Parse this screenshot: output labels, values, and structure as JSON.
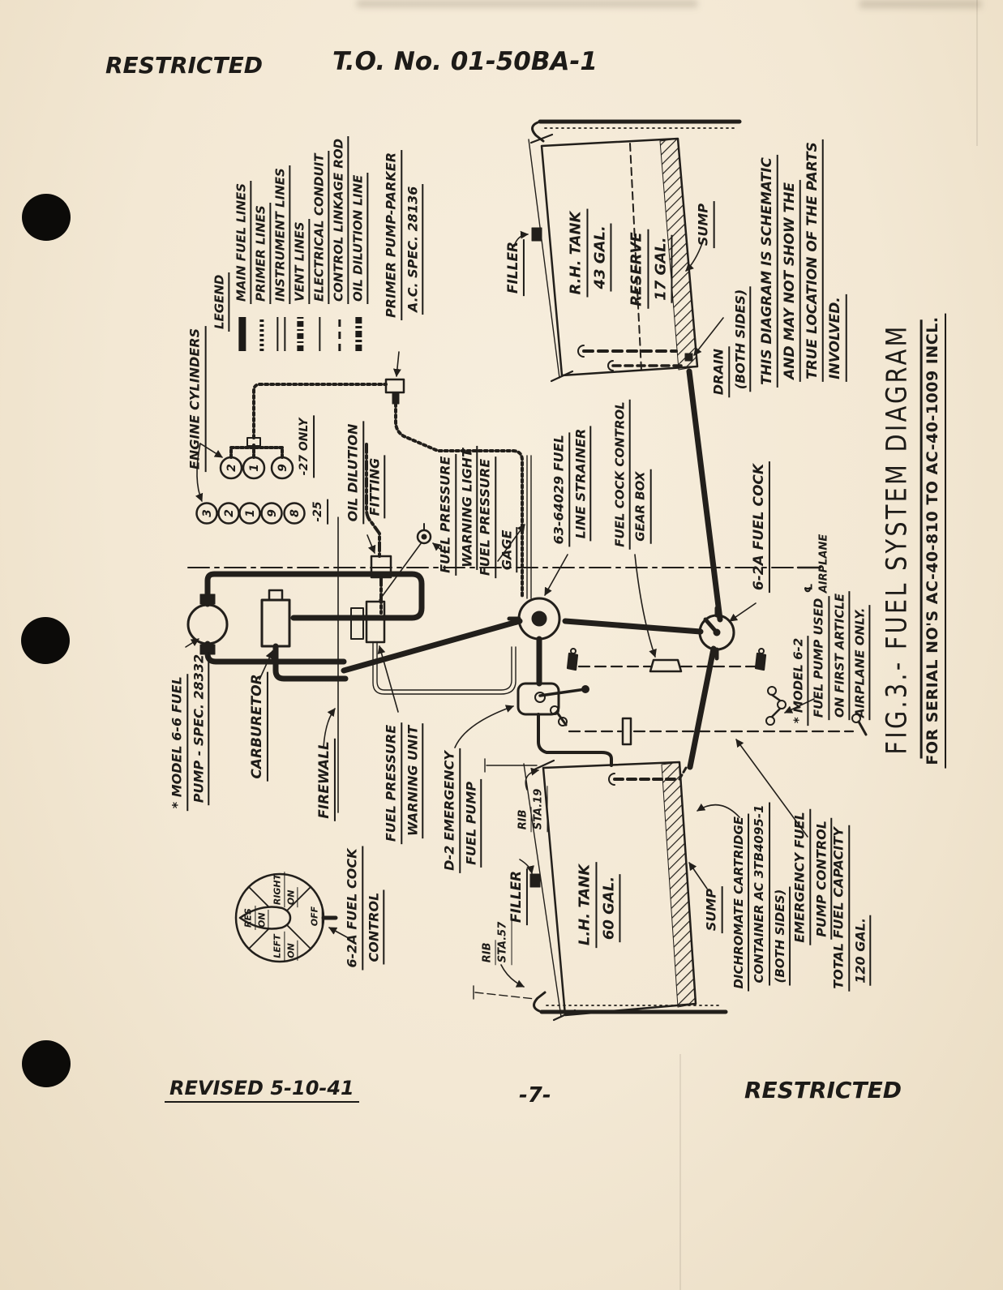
{
  "header": {
    "restricted": "RESTRICTED",
    "to_number": "T.O. No. 01-50BA-1"
  },
  "footer": {
    "revised": "REVISED 5-10-41",
    "page": "-7-",
    "restricted": "RESTRICTED"
  },
  "title_block": {
    "figure": "FIG.3.- FUEL SYSTEM DIAGRAM",
    "serials": "FOR SERIAL NO'S AC-40-810 TO AC-40-1009 INCL."
  },
  "legend": {
    "title": "LEGEND",
    "entries": [
      {
        "label": "MAIN FUEL LINES",
        "symbol": "main-fuel-line-symbol"
      },
      {
        "label": "PRIMER LINES",
        "symbol": "primer-line-symbol"
      },
      {
        "label": "INSTRUMENT LINES",
        "symbol": "instrument-line-symbol"
      },
      {
        "label": "VENT LINES",
        "symbol": "vent-line-symbol"
      },
      {
        "label": "ELECTRICAL CONDUIT",
        "symbol": "electrical-conduit-symbol"
      },
      {
        "label": "CONTROL LINKAGE ROD",
        "symbol": "control-linkage-rod-symbol"
      },
      {
        "label": "OIL DILUTION LINE",
        "symbol": "oil-dilution-line-symbol"
      }
    ]
  },
  "labels": {
    "primer_pump": {
      "lines": [
        "PRIMER PUMP-PARKER",
        "A.C. SPEC. 28136"
      ]
    },
    "engine_cylinders": {
      "lines": [
        "ENGINE CYLINDERS"
      ]
    },
    "only27": {
      "lines": [
        "-27 ONLY"
      ]
    },
    "only25": {
      "lines": [
        "-25"
      ]
    },
    "oil_dilution_fitting": {
      "lines": [
        "OIL DILUTION",
        "FITTING"
      ]
    },
    "warning_light": {
      "lines": [
        "FUEL PRESSURE",
        "WARNING LIGHT"
      ]
    },
    "gage": {
      "lines": [
        "FUEL PRESSURE",
        "GAGE"
      ]
    },
    "strainer": {
      "lines": [
        "63-64029 FUEL",
        "LINE STRAINER"
      ]
    },
    "gear_box": {
      "lines": [
        "FUEL COCK CONTROL",
        "GEAR BOX"
      ]
    },
    "fuel_cock": {
      "lines": [
        "6-2A FUEL COCK"
      ]
    },
    "schematic_note": {
      "lines": [
        "THIS DIAGRAM IS SCHEMATIC",
        "AND MAY NOT SHOW THE",
        "TRUE LOCATION OF THE PARTS",
        "INVOLVED."
      ]
    },
    "rh_filler": {
      "lines": [
        "FILLER"
      ]
    },
    "rh_tank": {
      "lines": [
        "R.H. TANK",
        "43 GAL."
      ]
    },
    "reserve": {
      "lines": [
        "RESERVE",
        "17 GAL."
      ]
    },
    "rh_sump": {
      "lines": [
        "SUMP"
      ]
    },
    "drain": {
      "lines": [
        "DRAIN",
        "(BOTH SIDES)"
      ]
    },
    "centerline": {
      "lines": [
        "℄",
        "AIRPLANE"
      ]
    },
    "model_66": {
      "lines": [
        "* MODEL 6-6 FUEL",
        "PUMP - SPEC. 28332"
      ]
    },
    "carburetor": {
      "lines": [
        "CARBURETOR"
      ]
    },
    "firewall": {
      "lines": [
        "FIREWALL"
      ]
    },
    "warning_unit": {
      "lines": [
        "FUEL PRESSURE",
        "WARNING UNIT"
      ]
    },
    "d2_pump": {
      "lines": [
        "D-2 EMERGENCY",
        "FUEL PUMP"
      ]
    },
    "rib19": {
      "lines": [
        "RIB",
        "STA.19"
      ]
    },
    "rib57": {
      "lines": [
        "RIB",
        "STA.57"
      ]
    },
    "lh_filler": {
      "lines": [
        "FILLER"
      ]
    },
    "lh_tank": {
      "lines": [
        "L.H. TANK",
        "60 GAL."
      ]
    },
    "lh_sump": {
      "lines": [
        "SUMP"
      ]
    },
    "model_62": {
      "lines": [
        "* MODEL 6-2",
        "FUEL PUMP USED",
        "ON FIRST ARTICLE",
        "AIRPLANE ONLY."
      ]
    },
    "dichromate": {
      "lines": [
        "DICHROMATE CARTRIDGE",
        "CONTAINER AC 3TB4095-1",
        "(BOTH SIDES)"
      ]
    },
    "emergency_control": {
      "lines": [
        "EMERGENCY FUEL",
        "PUMP CONTROL"
      ]
    },
    "total_capacity": {
      "lines": [
        "TOTAL FUEL CAPACITY",
        "120 GAL."
      ]
    },
    "cock_control": {
      "lines": [
        "6-2A FUEL COCK",
        "CONTROL"
      ]
    }
  },
  "dial": {
    "res": {
      "lines": [
        "RES",
        "ON"
      ]
    },
    "right": {
      "lines": [
        "RIGHT",
        "ON"
      ]
    },
    "left": {
      "lines": [
        "LEFT",
        "ON"
      ]
    },
    "off": {
      "lines": [
        "OFF"
      ]
    }
  },
  "cylinders": {
    "row1": [
      "2",
      "1",
      "9"
    ],
    "row2": [
      "3",
      "2",
      "1",
      "9",
      "8"
    ]
  },
  "colors": {
    "paper": "#f3e9d6",
    "ink": "#221f1b"
  }
}
